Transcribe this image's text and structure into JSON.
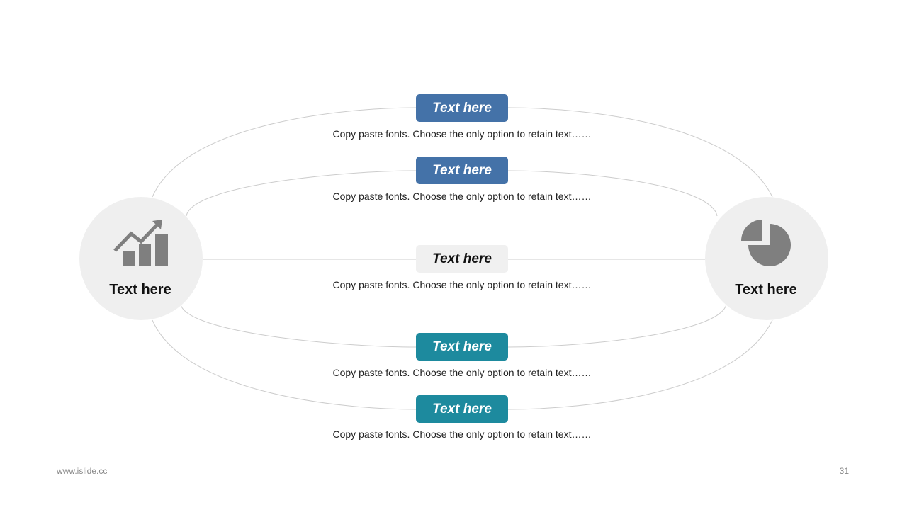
{
  "slide": {
    "left_node": {
      "label": "Text here",
      "icon": "bar-chart-growth-icon"
    },
    "right_node": {
      "label": "Text here",
      "icon": "pie-chart-icon"
    },
    "items": [
      {
        "title": "Text here",
        "text": "Copy paste fonts. Choose the only option to retain text……",
        "color": "#4472a8"
      },
      {
        "title": "Text here",
        "text": "Copy paste fonts. Choose the only option to retain text……",
        "color": "#4472a8"
      },
      {
        "title": "Text here",
        "text": "Copy paste fonts. Choose the only option to retain text……",
        "color": "#f0f0f0"
      },
      {
        "title": "Text here",
        "text": "Copy paste fonts. Choose the only option to retain text……",
        "color": "#1d8a9e"
      },
      {
        "title": "Text here",
        "text": "Copy paste fonts. Choose the only option to retain text……",
        "color": "#1d8a9e"
      }
    ]
  },
  "footer": {
    "website": "www.islide.cc",
    "page_number": "31"
  },
  "colors": {
    "icon": "#7f7f7f",
    "node_fill": "#efefef",
    "connector": "#cccccc"
  }
}
